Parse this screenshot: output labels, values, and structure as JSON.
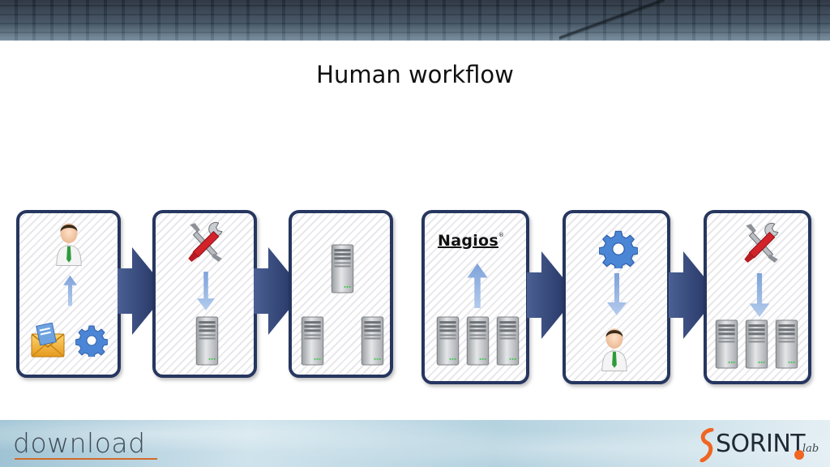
{
  "slide": {
    "title": "Human workflow"
  },
  "footer": {
    "left_brand": "download",
    "right_brand_name": "SORINT",
    "right_brand_suffix": "lab"
  },
  "diagram": {
    "nagios_label": "Nagios",
    "nagios_mark": "®",
    "icons": [
      "user-icon",
      "mail-icon",
      "gear-icon",
      "tools-icon",
      "server-icon",
      "nagios-logo"
    ],
    "colors": {
      "box_border": "#26365f",
      "flow_arrow": "#263a6b",
      "small_arrow": "#8fb0df",
      "gear": "#4b86d6",
      "wrench_handle": "#d3232a"
    }
  }
}
